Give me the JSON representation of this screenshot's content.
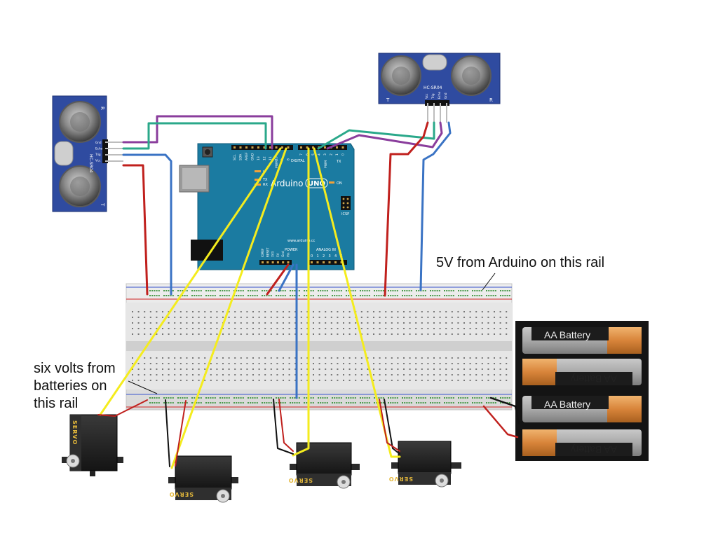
{
  "annotations": {
    "rail_5v": "5V from Arduino on this rail",
    "rail_6v_line1": "six volts from",
    "rail_6v_line2": "batteries on",
    "rail_6v_line3": "this rail"
  },
  "sensors": {
    "left": {
      "model": "HC-SR04",
      "t": "T",
      "r": "R",
      "pins": [
        "Gnd",
        "Echo",
        "Trig",
        "Vcc"
      ]
    },
    "right": {
      "model": "HC-SR04",
      "t": "T",
      "r": "R",
      "pins": [
        "Vcc",
        "Trig",
        "Echo",
        "Gnd"
      ]
    }
  },
  "arduino": {
    "name": "Arduino",
    "model": "UNO",
    "website": "www.arduino.cc",
    "digital_label": "DIGITAL",
    "pwm_label": "PWM",
    "power_label": "POWER",
    "analog_label": "ANALOG IN",
    "on_label": "ON",
    "icsp_label": "ICSP",
    "tx_label": "TX",
    "rx_label": "RX",
    "l_label": "L",
    "top_pins_left": [
      "SCL",
      "SDA",
      "AREF",
      "GND",
      "13",
      "12",
      "11",
      "10",
      "9",
      "8"
    ],
    "top_pins_right": [
      "7",
      "6",
      "5",
      "4",
      "3",
      "2",
      "1",
      "0"
    ],
    "power_pins": [
      "IOREF",
      "RESET",
      "3V3",
      "5V",
      "Gnd",
      "Vin"
    ],
    "analog_pins": [
      "0",
      "1",
      "2",
      "3",
      "4",
      "5"
    ]
  },
  "servo_label": "SERVO",
  "batteries": {
    "label": "AA Battery"
  },
  "colors": {
    "board": "#1b7ba1",
    "wire_red": "#c0201d",
    "wire_blue": "#3a73c4",
    "wire_yellow": "#f4ec1e",
    "wire_purple": "#8a3d9c",
    "wire_teal": "#2aa88a",
    "wire_black": "#111111"
  }
}
